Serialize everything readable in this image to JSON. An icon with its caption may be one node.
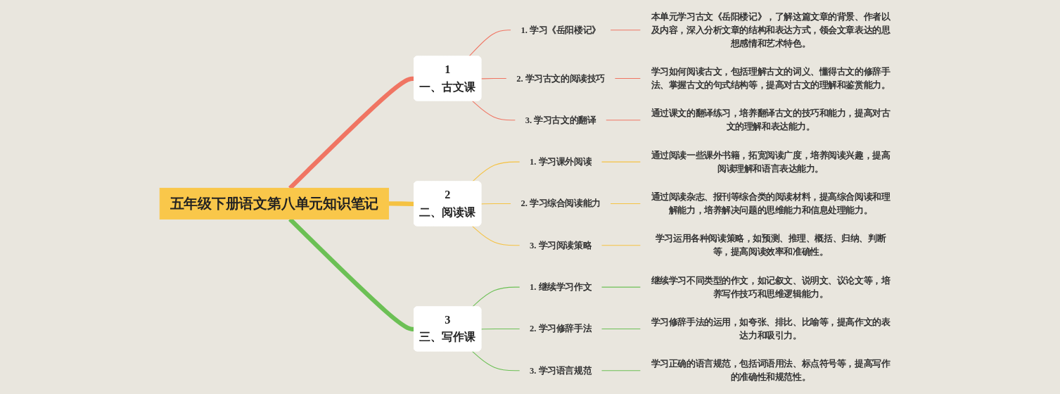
{
  "diagram": {
    "nodes": [
      {
        "text": [
          "五年级下册语文第八单元知识笔记"
        ]
      },
      {
        "text": [
          "1",
          "一、古文课"
        ]
      },
      {
        "text": [
          "1. 学习《岳阳楼记》"
        ]
      },
      {
        "text": [
          "本单元学习古文《岳阳楼记》，了解这篇文章的背景、作者以及内容，深入分析文章的结构和表达方式，领会文章表达的思想感情和艺术特色。"
        ]
      },
      {
        "text": [
          "2. 学习古文的阅读技巧"
        ]
      },
      {
        "text": [
          "学习如何阅读古文，包括理解古文的词义、懂得古文的修辞手法、掌握古文的句式结构等，提高对古文的理解和鉴赏能力。"
        ]
      },
      {
        "text": [
          "3. 学习古文的翻译"
        ]
      },
      {
        "text": [
          "通过课文的翻译练习，培养翻译古文的技巧和能力，提高对古文的理解和表达能力。"
        ]
      },
      {
        "text": [
          "2",
          "二、阅读课"
        ]
      },
      {
        "text": [
          "1. 学习课外阅读"
        ]
      },
      {
        "text": [
          "通过阅读一些课外书籍，拓宽阅读广度，培养阅读兴趣，提高阅读理解和语言表达能力。"
        ]
      },
      {
        "text": [
          "2. 学习综合阅读能力"
        ]
      },
      {
        "text": [
          "通过阅读杂志、报刊等综合类的阅读材料，提高综合阅读和理解能力，培养解决问题的思维能力和信息处理能力。"
        ]
      },
      {
        "text": [
          "3. 学习阅读策略"
        ]
      },
      {
        "text": [
          "学习运用各种阅读策略，如预测、推理、概括、归纳、判断等，提高阅读效率和准确性。"
        ]
      },
      {
        "text": [
          "3",
          "三、写作课"
        ]
      },
      {
        "text": [
          "1. 继续学习作文"
        ]
      },
      {
        "text": [
          "继续学习不同类型的作文，如记叙文、说明文、议论文等，培养写作技巧和思维逻辑能力。"
        ]
      },
      {
        "text": [
          "2. 学习修辞手法"
        ]
      },
      {
        "text": [
          "学习修辞手法的运用，如夸张、排比、比喻等，提高作文的表达力和吸引力。"
        ]
      },
      {
        "text": [
          "3. 学习语言规范"
        ]
      },
      {
        "text": [
          "学习正确的语言规范，包括词语用法、标点符号等，提高写作的准确性和规范性。"
        ]
      }
    ],
    "edges": [
      {
        "from": 0,
        "to": 1,
        "arrow": "none",
        "style": "thick",
        "color": "#f07563"
      },
      {
        "from": 1,
        "to": 2,
        "arrow": "none",
        "color": "#f07563"
      },
      {
        "from": 2,
        "to": 3,
        "arrow": "none",
        "color": "#f07563"
      },
      {
        "from": 1,
        "to": 4,
        "arrow": "none",
        "color": "#f07563"
      },
      {
        "from": 4,
        "to": 5,
        "arrow": "none",
        "color": "#f07563"
      },
      {
        "from": 1,
        "to": 6,
        "arrow": "none",
        "color": "#f07563"
      },
      {
        "from": 6,
        "to": 7,
        "arrow": "none",
        "color": "#f07563"
      },
      {
        "from": 0,
        "to": 8,
        "arrow": "none",
        "style": "thick",
        "color": "#f5c242"
      },
      {
        "from": 8,
        "to": 9,
        "arrow": "none",
        "color": "#f5c242"
      },
      {
        "from": 9,
        "to": 10,
        "arrow": "none",
        "color": "#f5c242"
      },
      {
        "from": 8,
        "to": 11,
        "arrow": "none",
        "color": "#f5c242"
      },
      {
        "from": 11,
        "to": 12,
        "arrow": "none",
        "color": "#f5c242"
      },
      {
        "from": 8,
        "to": 13,
        "arrow": "none",
        "color": "#f5c242"
      },
      {
        "from": 13,
        "to": 14,
        "arrow": "none",
        "color": "#f5c242"
      },
      {
        "from": 0,
        "to": 15,
        "arrow": "none",
        "style": "thick",
        "color": "#6cc055"
      },
      {
        "from": 15,
        "to": 16,
        "arrow": "none",
        "color": "#6cc055"
      },
      {
        "from": 16,
        "to": 17,
        "arrow": "none",
        "color": "#6cc055"
      },
      {
        "from": 15,
        "to": 18,
        "arrow": "none",
        "color": "#6cc055"
      },
      {
        "from": 18,
        "to": 19,
        "arrow": "none",
        "color": "#6cc055"
      },
      {
        "from": 15,
        "to": 20,
        "arrow": "none",
        "color": "#6cc055"
      },
      {
        "from": 20,
        "to": 21,
        "arrow": "none",
        "color": "#6cc055"
      }
    ]
  }
}
